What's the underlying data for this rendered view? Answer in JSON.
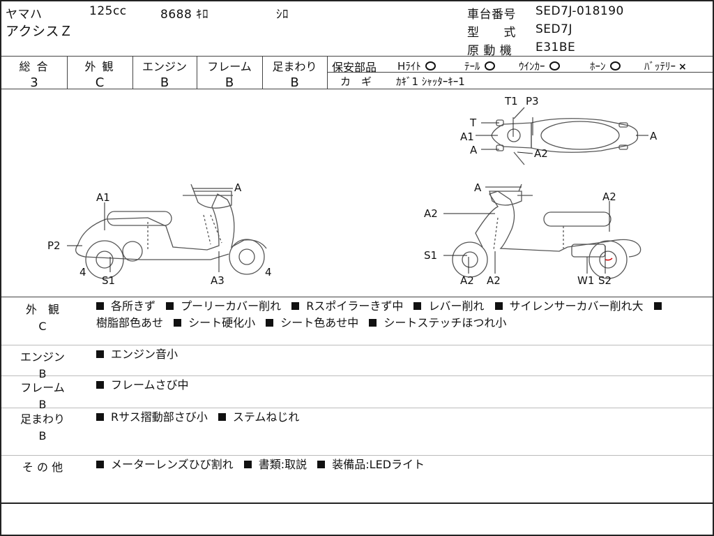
{
  "header": {
    "maker": "ヤマハ",
    "displacement": "125cc",
    "mileage": "8688 ｷﾛ",
    "color": "ｼﾛ",
    "model_name": "アクシスＺ",
    "frame_no_label": "車台番号",
    "frame_no": "SED7J-018190",
    "type_label": "型　　式",
    "type": "SED7J",
    "engine_label": "原 動 機",
    "engine": "E31BE"
  },
  "grades": [
    {
      "label": "総 合",
      "value": "3"
    },
    {
      "label": "外 観",
      "value": "C"
    },
    {
      "label": "エンジン",
      "value": "B"
    },
    {
      "label": "フレーム",
      "value": "B"
    },
    {
      "label": "足まわり",
      "value": "B"
    }
  ],
  "safety": {
    "title": "保安部品",
    "items": [
      {
        "label": "Hﾗｲﾄ",
        "status": "ok"
      },
      {
        "label": "ﾃｰﾙ",
        "status": "ok"
      },
      {
        "label": "ｳｲﾝｶｰ",
        "status": "ok"
      },
      {
        "label": "ﾎｰﾝ",
        "status": "ok"
      },
      {
        "label": "ﾊﾞｯﾃﾘｰ",
        "status": "ng"
      }
    ],
    "key_label": "カ　ギ",
    "key_value": "ｶｷﾞ1 ｼｬｯﾀｰｷｰ1"
  },
  "diagram_labels": {
    "top_T1": "T1",
    "top_P3": "P3",
    "top_T": "T",
    "top_A1": "A1",
    "top_A_left": "A",
    "top_A_right": "A",
    "top_A2": "A2",
    "left_A1": "A1",
    "left_A": "A",
    "left_P2": "P2",
    "left_4a": "4",
    "left_S1": "S1",
    "left_A3": "A3",
    "left_4b": "4",
    "right_A": "A",
    "right_A2_top": "A2",
    "right_A2_left": "A2",
    "right_S1": "S1",
    "right_A2_b1": "A2",
    "right_A2_b2": "A2",
    "right_W1": "W1",
    "right_S2": "S2"
  },
  "sections": [
    {
      "label": "外　観",
      "grade": "C",
      "lines": [
        [
          "各所きず",
          "プーリーカバー削れ",
          "Rスポイラーきず中",
          "レバー削れ",
          "サイレンサーカバー削れ大",
          ""
        ],
        [
          "樹脂部色あせ",
          "シート硬化小",
          "シート色あせ中",
          "シートステッチほつれ小"
        ]
      ]
    },
    {
      "label": "エンジン",
      "grade": "B",
      "lines": [
        [
          "エンジン音小"
        ]
      ]
    },
    {
      "label": "フレーム",
      "grade": "B",
      "lines": [
        [
          "フレームさび中"
        ]
      ]
    },
    {
      "label": "足まわり",
      "grade": "B",
      "lines": [
        [
          "Rサス摺動部さび小",
          "ステムねじれ"
        ]
      ]
    },
    {
      "label": "そ の 他",
      "grade": "",
      "lines": [
        [
          "メーターレンズひび割れ",
          "書類:取説",
          "装備品:LEDライト"
        ]
      ]
    }
  ]
}
